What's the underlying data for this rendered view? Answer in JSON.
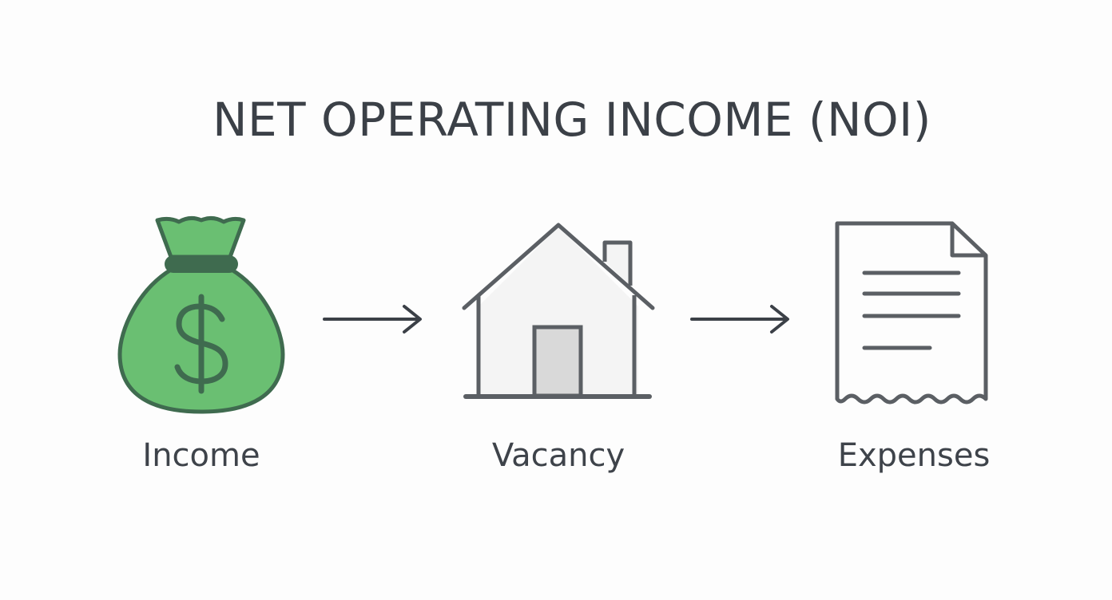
{
  "title": "NET OPERATING INCOME (NOI)",
  "steps": [
    {
      "label": "Income",
      "icon": "money-bag-icon"
    },
    {
      "label": "Vacancy",
      "icon": "house-icon"
    },
    {
      "label": "Expenses",
      "icon": "receipt-icon"
    }
  ],
  "colors": {
    "title_text": "#3b4047",
    "label_text": "#3e434a",
    "money_bag_fill": "#6abf72",
    "money_bag_stroke": "#3f6b4f",
    "house_fill": "#f4f4f4",
    "house_stroke": "#5b5f64",
    "door_fill": "#d9d9d9",
    "receipt_stroke": "#5b5f64",
    "arrow": "#3b4047"
  }
}
